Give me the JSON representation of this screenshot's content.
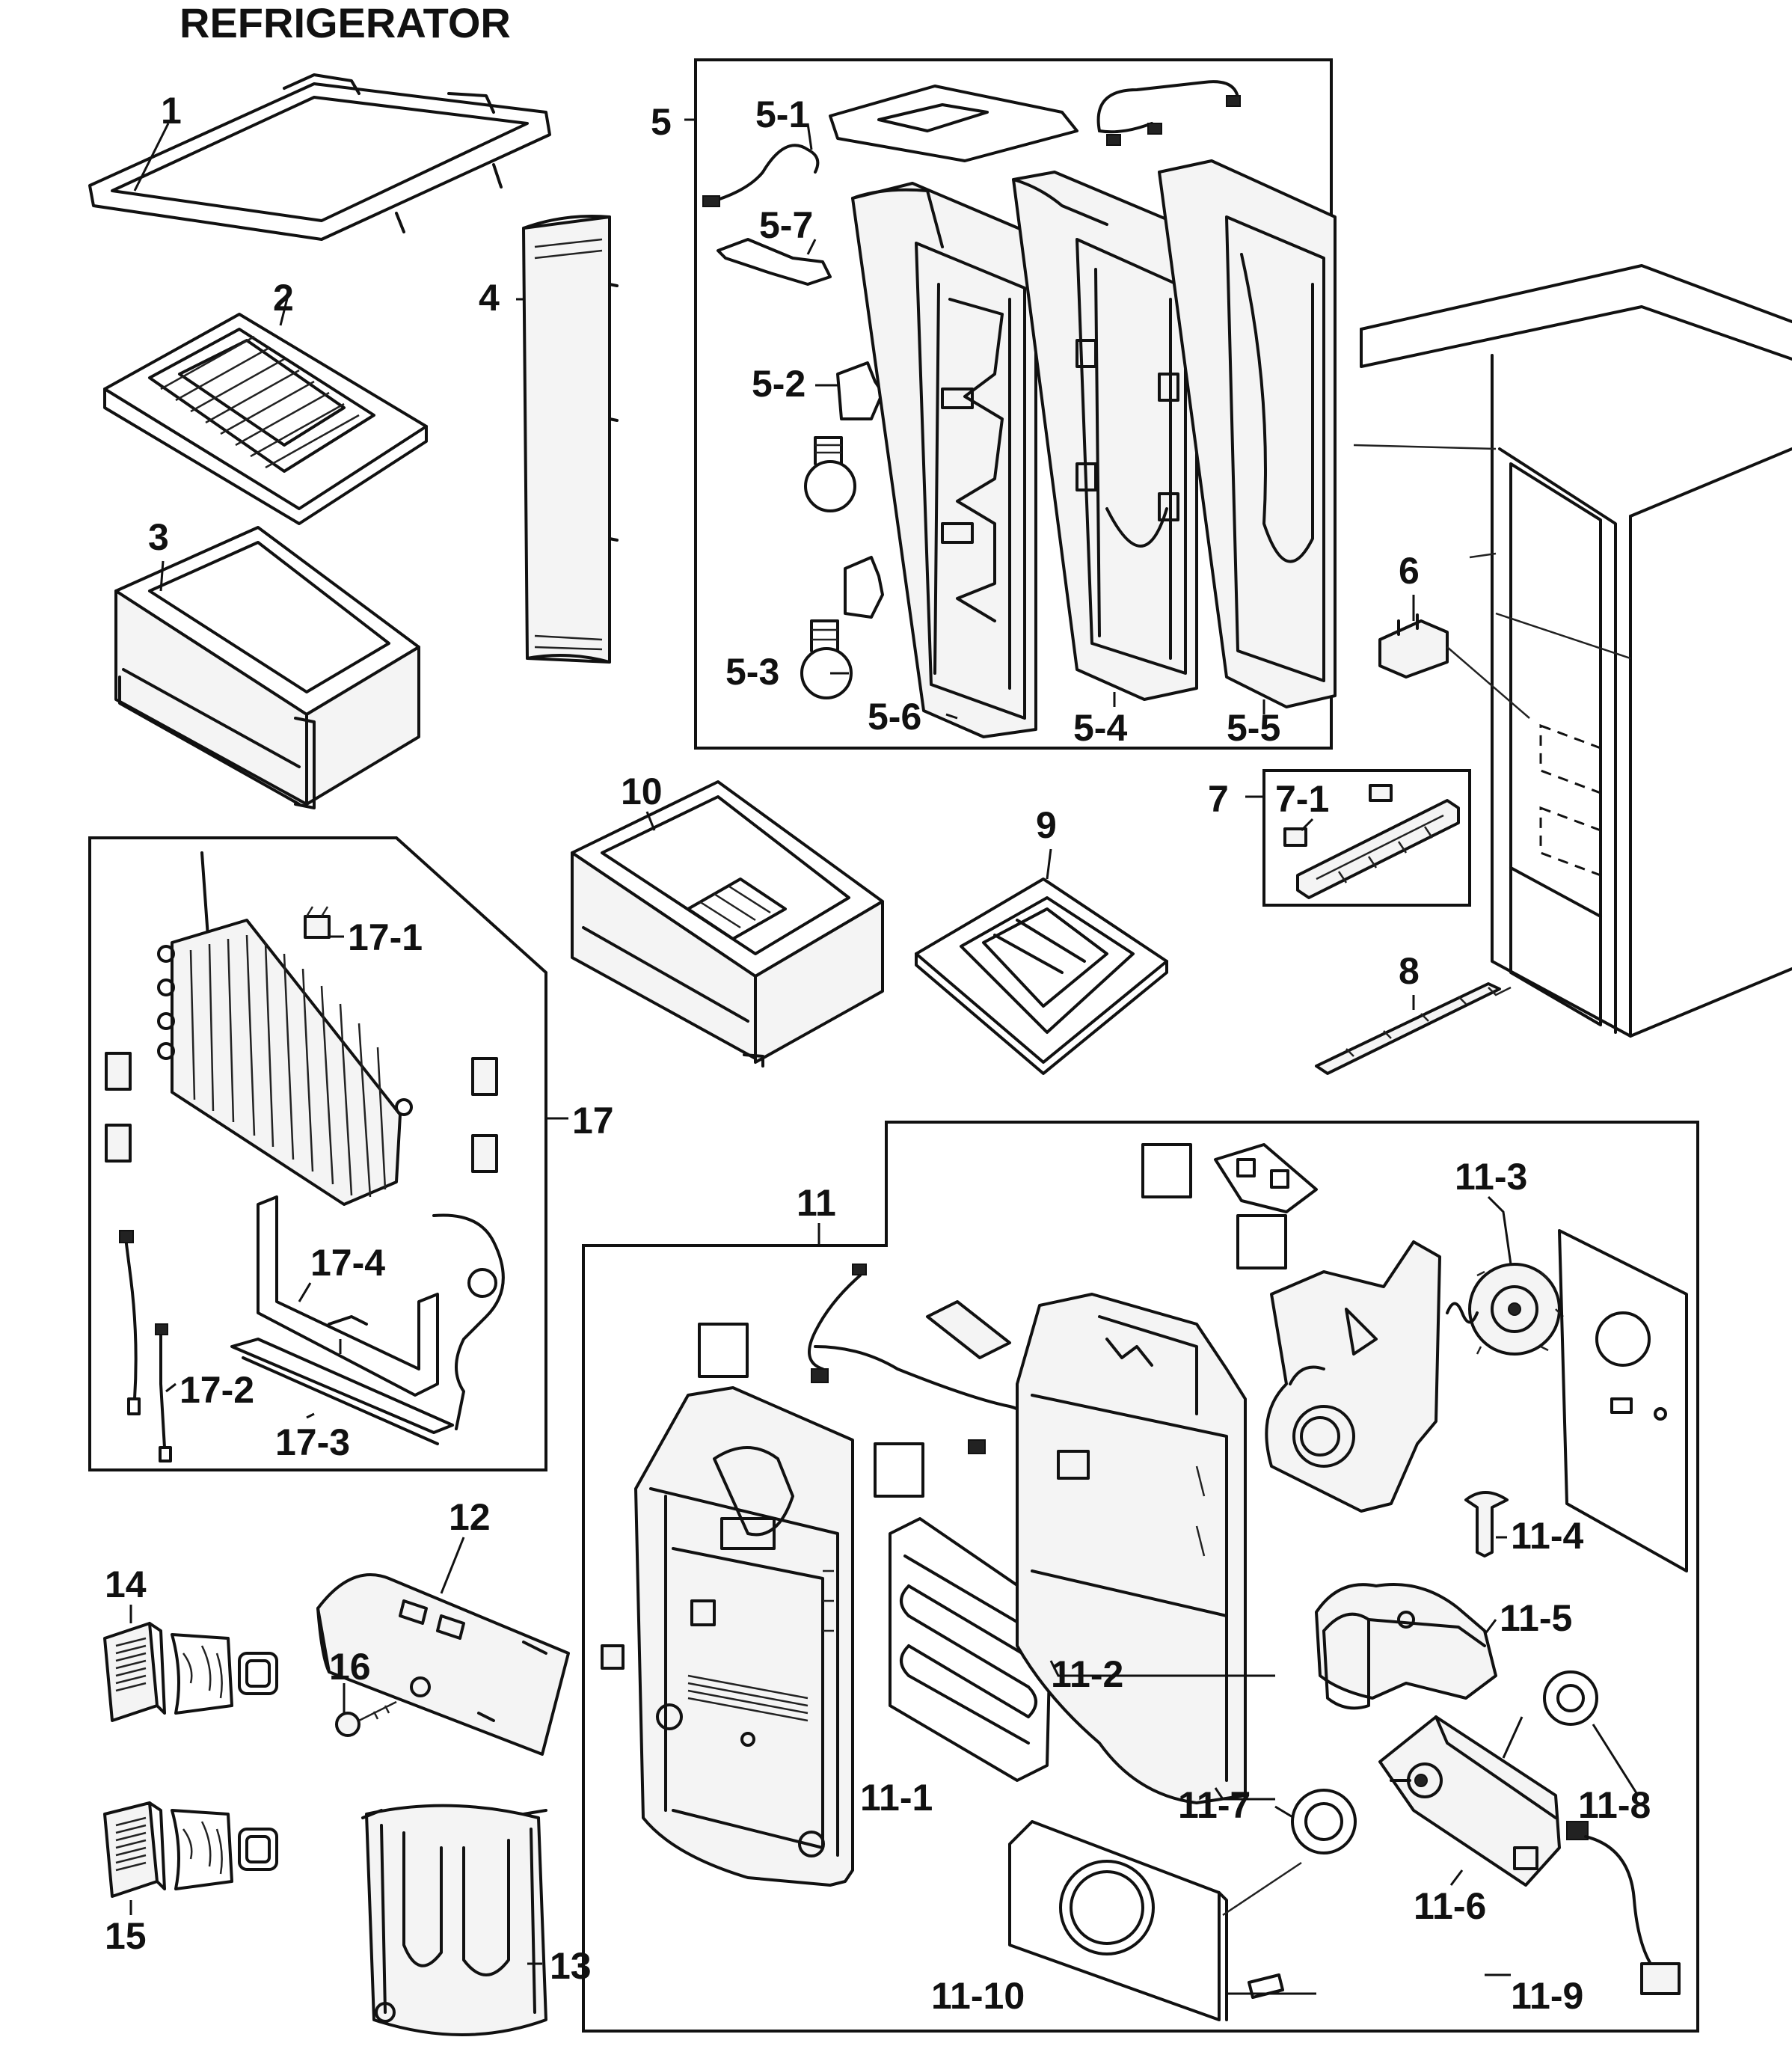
{
  "title": "REFRIGERATOR",
  "callouts": {
    "c1": "1",
    "c2": "2",
    "c3": "3",
    "c4": "4",
    "c5": "5",
    "c5_1": "5-1",
    "c5_2": "5-2",
    "c5_3": "5-3",
    "c5_4": "5-4",
    "c5_5": "5-5",
    "c5_6": "5-6",
    "c5_7": "5-7",
    "c6": "6",
    "c7": "7",
    "c7_1": "7-1",
    "c8": "8",
    "c9": "9",
    "c10": "10",
    "c11": "11",
    "c11_1": "11-1",
    "c11_2": "11-2",
    "c11_3": "11-3",
    "c11_4": "11-4",
    "c11_5": "11-5",
    "c11_6": "11-6",
    "c11_7": "11-7",
    "c11_8": "11-8",
    "c11_9": "11-9",
    "c11_10": "11-10",
    "c12": "12",
    "c13": "13",
    "c14": "14",
    "c15": "15",
    "c16": "16",
    "c17": "17",
    "c17_1": "17-1",
    "c17_2": "17-2",
    "c17_3": "17-3",
    "c17_4": "17-4"
  }
}
